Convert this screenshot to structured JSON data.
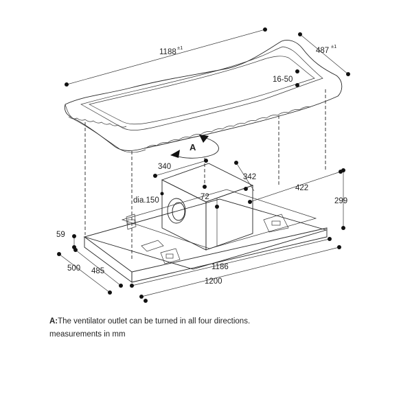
{
  "dimensions": {
    "cutout_length": "1188",
    "cutout_length_tol": "±1",
    "cutout_width": "487",
    "cutout_width_tol": "±1",
    "ceiling_thickness": "16-50",
    "rotation_label": "A",
    "blower_depth": "340",
    "blower_offset": "342",
    "blower_center": "72",
    "outlet_diameter": "dia.150",
    "side_to_unit": "422",
    "height": "299",
    "panel_thickness": "59",
    "width_total": "500",
    "width_body": "485",
    "length_body": "1186",
    "length_total": "1200"
  },
  "caption": {
    "prefix": "A:",
    "line1": "The ventilator outlet can be turned in all four directions.",
    "line2": "measurements in mm"
  }
}
